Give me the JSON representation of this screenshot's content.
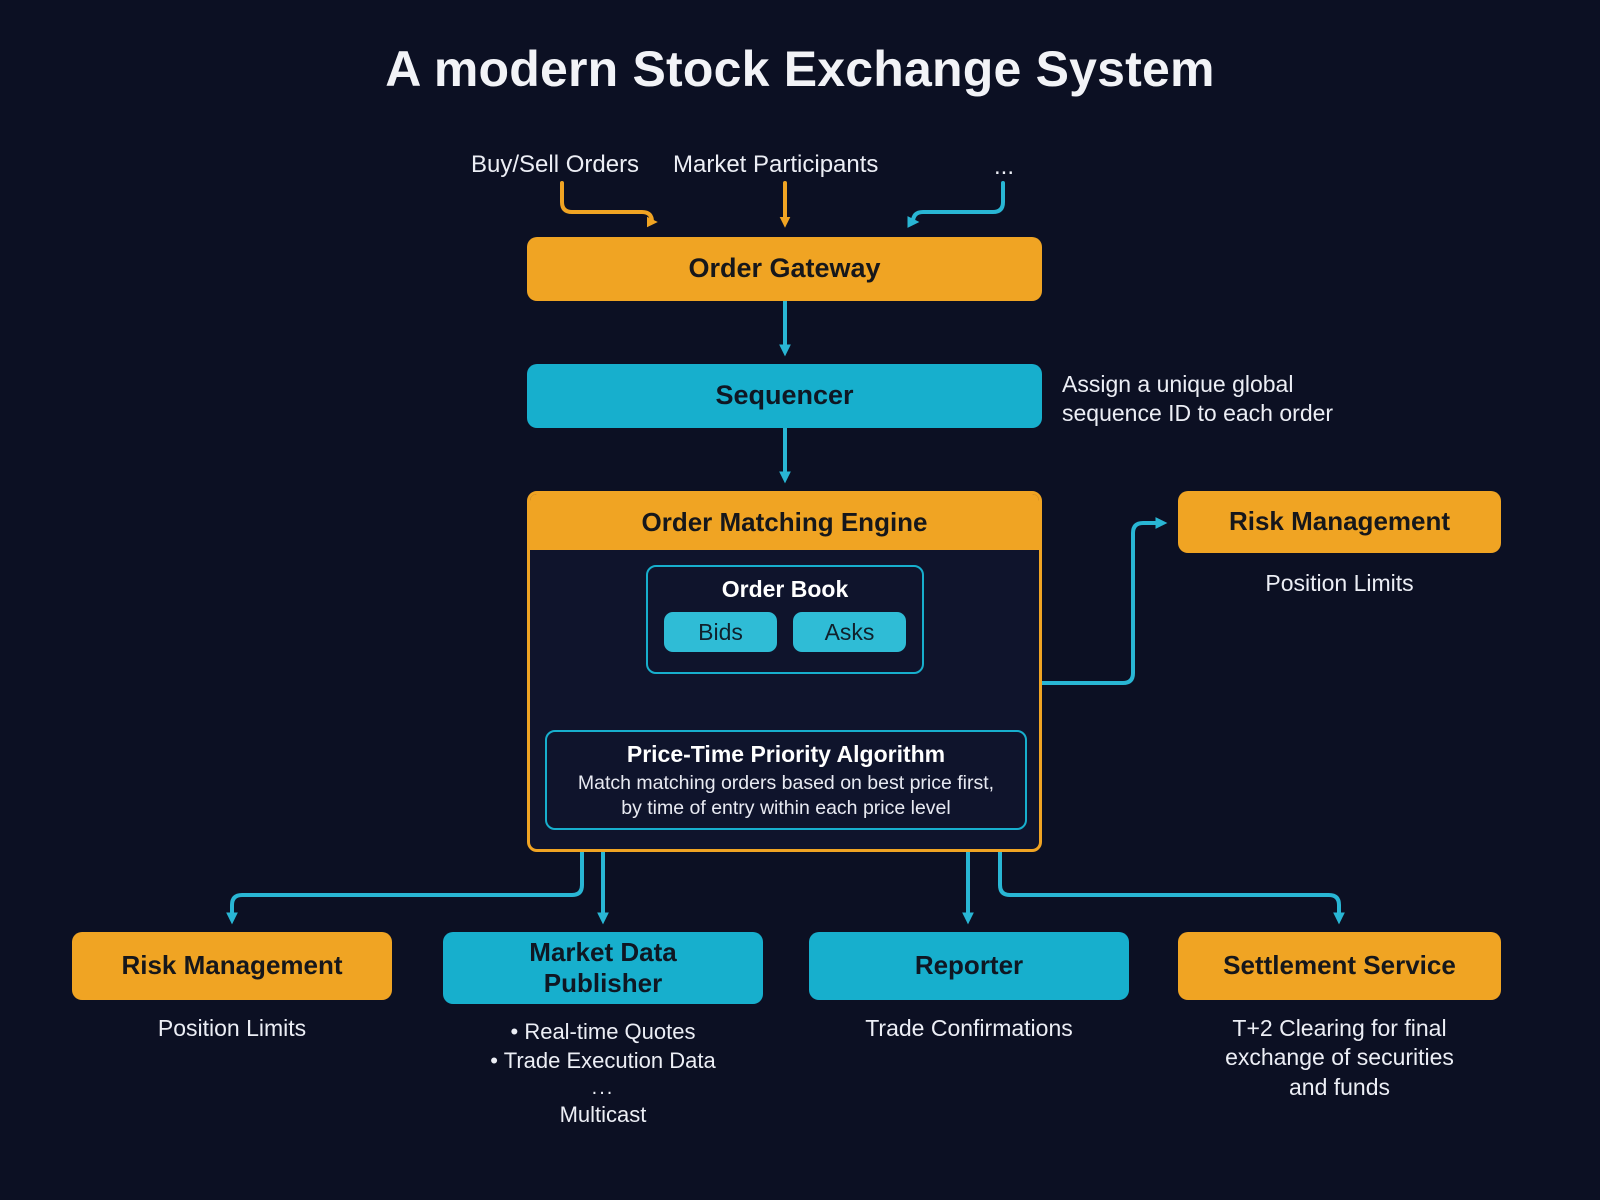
{
  "title": "A modern Stock Exchange System",
  "colors": {
    "background": "#0c1023",
    "orange": "#f0a423",
    "cyan": "#17afcd",
    "text": "#eceef5",
    "dark_panel": "#0f142c"
  },
  "inputs": [
    {
      "label": "Buy/Sell Orders",
      "arrow_color": "#f0a423"
    },
    {
      "label": "Market Participants",
      "arrow_color": "#f0a423"
    },
    {
      "label": "...",
      "arrow_color": "#17afcd"
    }
  ],
  "nodes": {
    "order_gateway": {
      "label": "Order Gateway",
      "color": "orange"
    },
    "sequencer": {
      "label": "Sequencer",
      "color": "cyan",
      "note": "Assign a unique global\nsequence ID to each order"
    },
    "order_matching_engine": {
      "label": "Order Matching Engine",
      "color": "orange",
      "order_book": {
        "label": "Order Book",
        "chips": [
          "Bids",
          "Asks"
        ]
      },
      "price_time_priority": {
        "label": "Price-Time Priority Algorithm",
        "description": "Match matching orders based on best price first,\nby time of entry within each price level"
      }
    },
    "risk_management_right": {
      "label": "Risk Management",
      "color": "orange",
      "caption": "Position Limits"
    }
  },
  "outputs": [
    {
      "label": "Risk Management",
      "color": "orange",
      "caption": "Position Limits",
      "bullets": []
    },
    {
      "label": "Market Data\nPublisher",
      "label_line1": "Market Data",
      "label_line2": "Publisher",
      "color": "cyan",
      "caption": "",
      "bullets": [
        "• Real-time Quotes",
        "• Trade Execution Data",
        "...",
        "Multicast"
      ]
    },
    {
      "label": "Reporter",
      "color": "cyan",
      "caption": "Trade Confirmations",
      "bullets": []
    },
    {
      "label": "Settlement Service",
      "color": "orange",
      "caption": "T+2 Clearing for final\nexchange of securities\nand funds",
      "bullets": []
    }
  ]
}
